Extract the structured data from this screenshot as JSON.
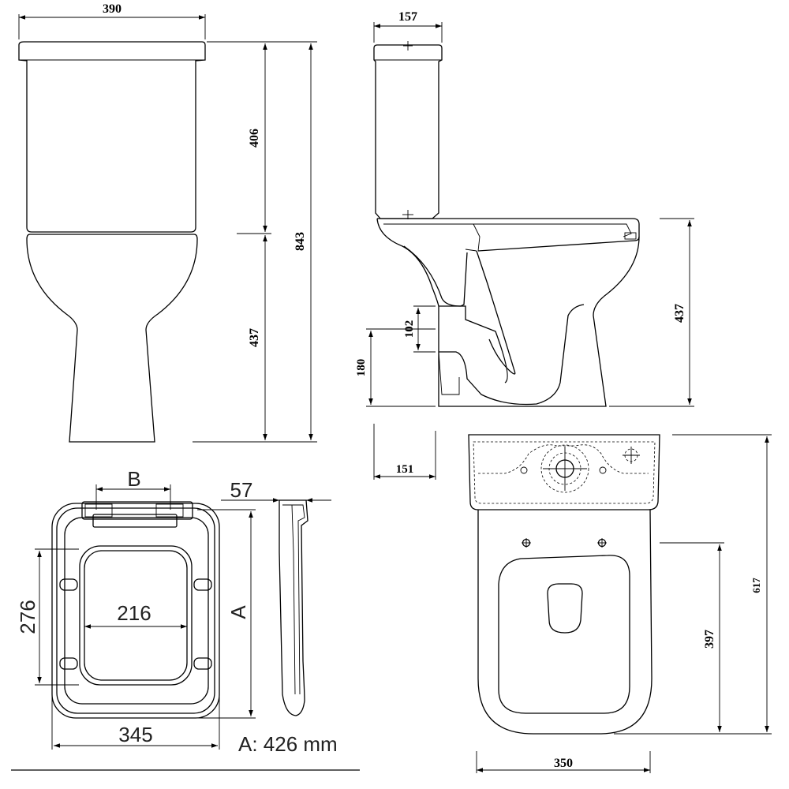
{
  "front_view": {
    "width_label": "390",
    "tank_height_label": "406",
    "bowl_height_label": "437",
    "total_height_label": "843"
  },
  "side_view": {
    "tank_depth_label": "157",
    "bowl_height_label": "437",
    "outlet_diameter_label": "102",
    "outlet_height_label": "180",
    "outlet_offset_label": "151"
  },
  "top_view": {
    "width_label": "350",
    "bowl_length_label": "397",
    "total_length_label": "617"
  },
  "seat_view": {
    "hinge_label": "B",
    "depth_label": "57",
    "opening_height_label": "276",
    "opening_width_label": "216",
    "outer_width_label": "345",
    "length_label": "A",
    "length_note": "A: 426 mm"
  }
}
